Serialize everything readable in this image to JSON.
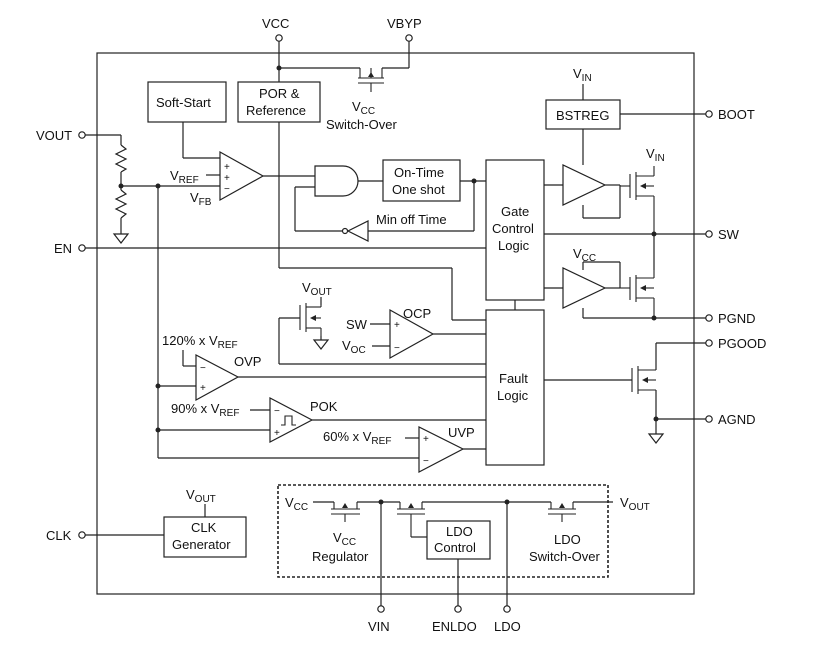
{
  "pins": {
    "vcc": "VCC",
    "vbyp": "VBYP",
    "vout": "VOUT",
    "en": "EN",
    "boot": "BOOT",
    "sw": "SW",
    "pgnd": "PGND",
    "pgood": "PGOOD",
    "agnd": "AGND",
    "clk": "CLK",
    "vin": "VIN",
    "enldo": "ENLDO",
    "ldo": "LDO"
  },
  "blocks": {
    "soft_start": "Soft-Start",
    "por_line1": "POR &",
    "por_line2": "Reference",
    "switchover_label": "Switch-Over",
    "bstreg": "BSTREG",
    "ontime_line1": "On-Time",
    "ontime_line2": "One shot",
    "min_off": "Min off Time",
    "gate_line1": "Gate",
    "gate_line2": "Control",
    "gate_line3": "Logic",
    "fault_line1": "Fault",
    "fault_line2": "Logic",
    "clk_line1": "CLK",
    "clk_line2": "Generator",
    "ldo_control_line1": "LDO",
    "ldo_control_line2": "Control",
    "vcc_regulator": "Regulator",
    "ldo_switchover_line1": "LDO",
    "ldo_switchover_line2": "Switch-Over"
  },
  "comparators": {
    "ocp": "OCP",
    "ovp": "OVP",
    "pok": "POK",
    "uvp": "UVP"
  },
  "symbols": {
    "v": "V",
    "sub_ref": "REF",
    "sub_fb": "FB",
    "sub_in": "IN",
    "sub_cc": "CC",
    "sub_out": "OUT",
    "sub_oc": "OC",
    "sw_input": "SW",
    "pct_120": "120% x V",
    "pct_90": "90% x V",
    "pct_60": "60% x V",
    "plus": "+",
    "minus": "−"
  }
}
